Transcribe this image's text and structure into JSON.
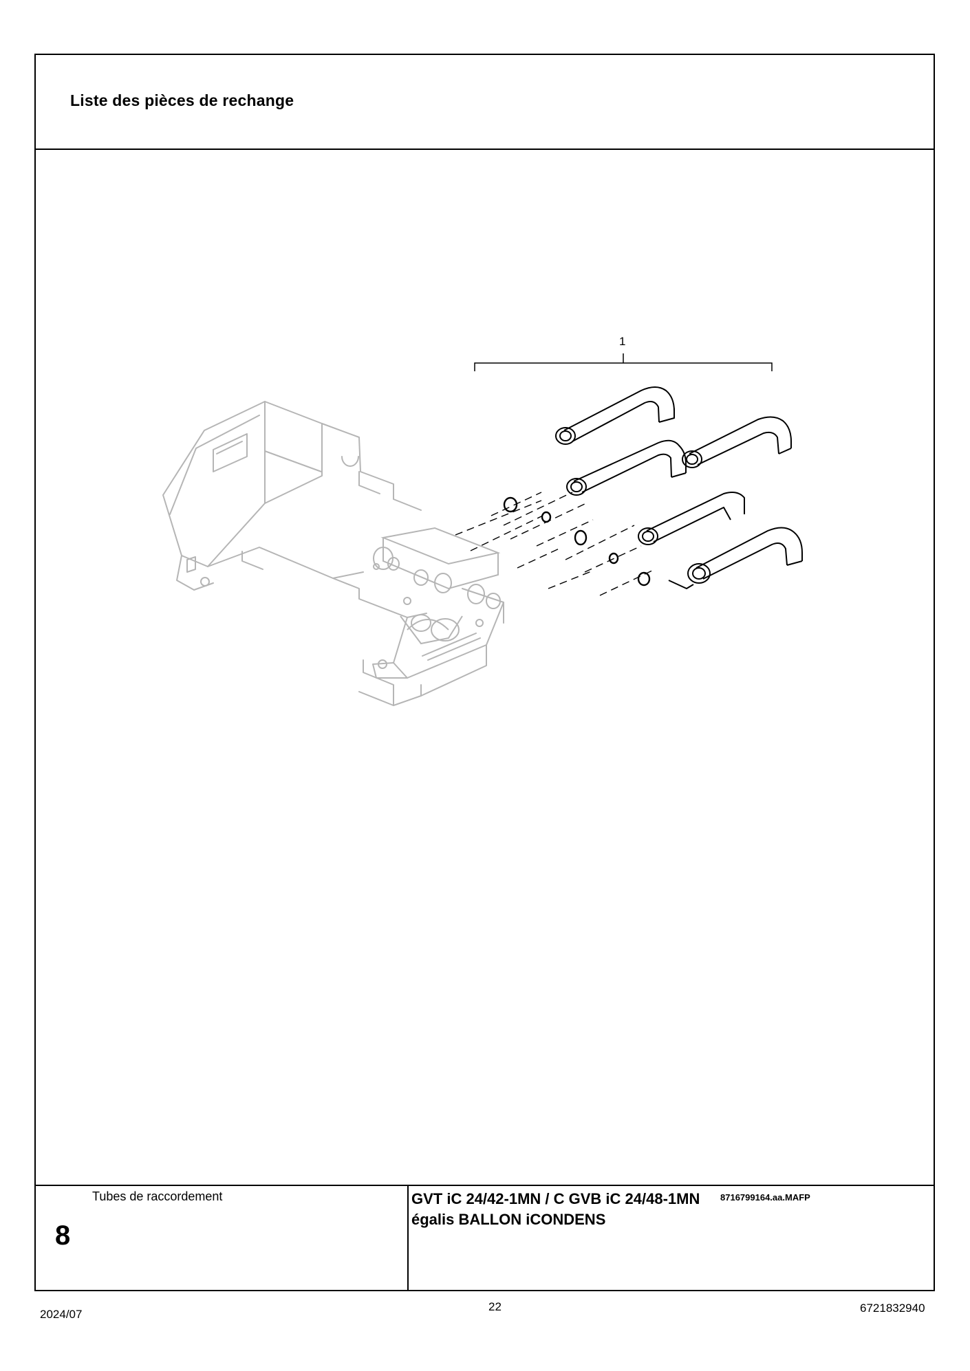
{
  "header": {
    "title": "Liste des pièces de rechange"
  },
  "drawing": {
    "callout_label": "1",
    "reference_code": "8716799164.aa.MAFP"
  },
  "footer": {
    "subject": "Tubes de raccordement",
    "chapter_number": "8",
    "model_line_1": "GVT iC 24/42-1MN / C GVB iC 24/48-1MN",
    "model_line_2": "égalis BALLON iCONDENS"
  },
  "page": {
    "date": "2024/07",
    "number": "22",
    "document_number": "6721832940"
  },
  "colors": {
    "frame": "#000000",
    "chassis_line": "#b5b5b5",
    "part_line": "#000000"
  }
}
